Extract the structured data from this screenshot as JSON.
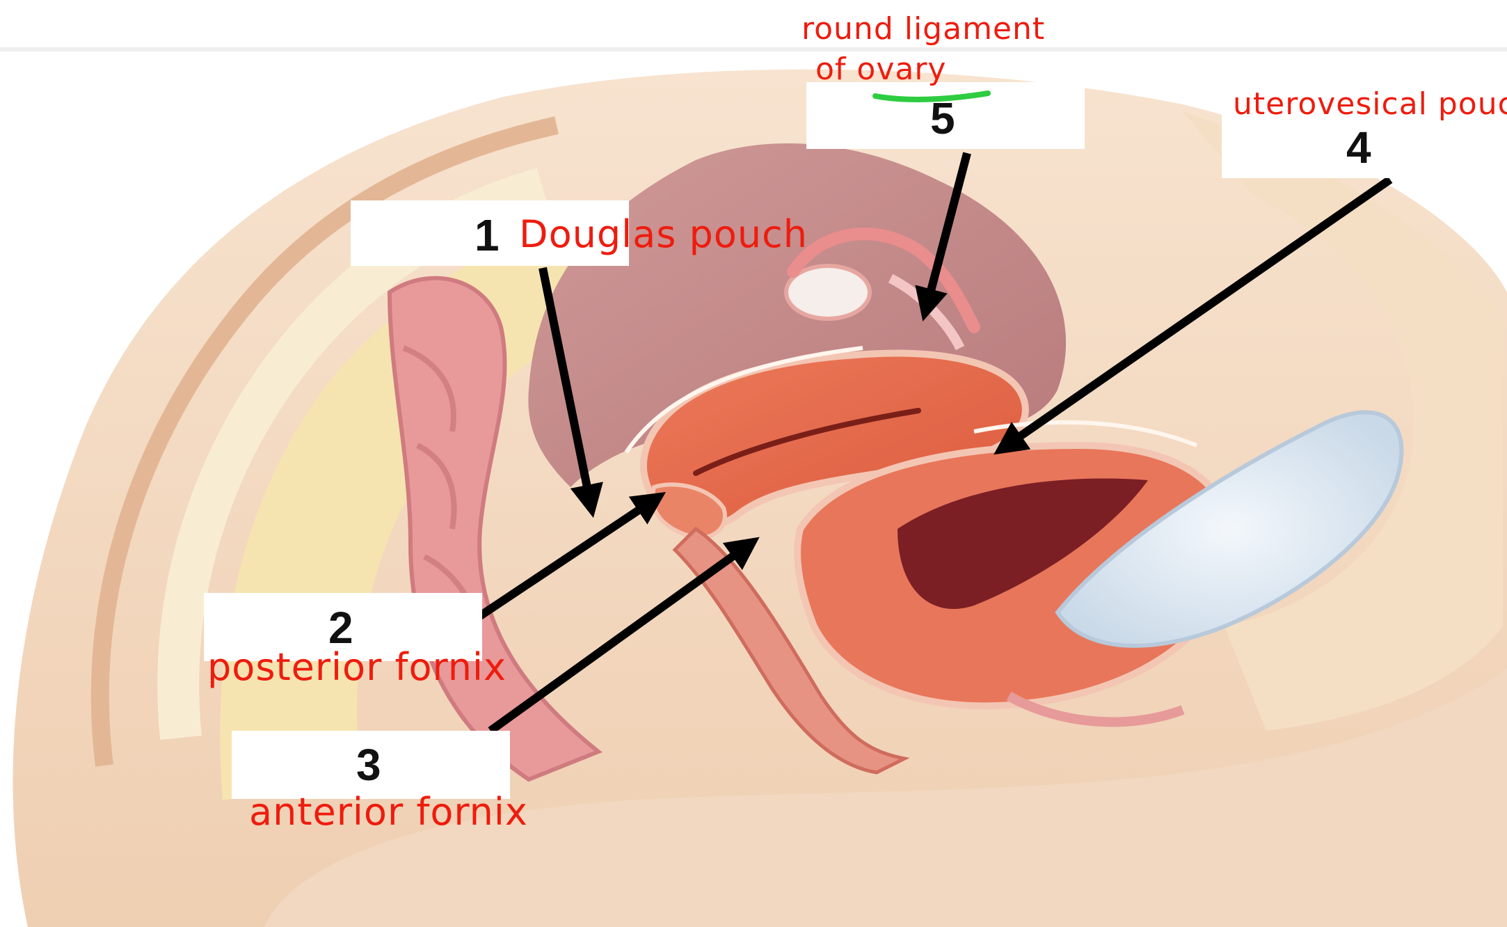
{
  "figure": {
    "colors": {
      "skin": "#f4d9c0",
      "skin_dark": "#e8bf9c",
      "fat": "#f6e2a8",
      "bone_light": "#fbefcf",
      "peritoneum_dark": "#b9656b",
      "cavity_mauve": "#c98a8c",
      "uterus": "#e4674a",
      "uterus_light": "#f29b7c",
      "rectum": "#e58f8e",
      "bladder": "#e6eef5",
      "annotation_red": "#ee1c0e",
      "underline_green": "#2ecc40",
      "arrow": "#000000"
    },
    "labels": [
      {
        "number": "1",
        "annotation": "Douglas pouch"
      },
      {
        "number": "2",
        "annotation": "posterior fornix"
      },
      {
        "number": "3",
        "annotation": "anterior fornix"
      },
      {
        "number": "4",
        "annotation": "uterovesical pouch"
      },
      {
        "number": "5",
        "annotation_line1": "round ligament",
        "annotation_line2": "of ovary"
      }
    ]
  }
}
